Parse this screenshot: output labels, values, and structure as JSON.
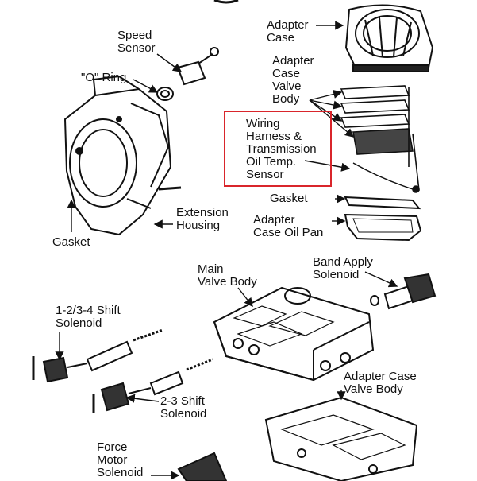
{
  "labels": {
    "adapter_case": "Adapter\nCase",
    "speed_sensor": "Speed\nSensor",
    "o_ring": "\"O\" Ring",
    "adapter_case_valve_body_top": "Adapter\nCase\nValve\nBody",
    "wiring_harness": "Wiring\nHarness &\nTransmission\nOil Temp.\nSensor",
    "gasket_right": "Gasket",
    "adapter_case_oil_pan": "Adapter\nCase Oil Pan",
    "extension_housing": "Extension\nHousing",
    "gasket_left": "Gasket",
    "main_valve_body": "Main\nValve Body",
    "band_apply_solenoid": "Band Apply\nSolenoid",
    "shift_solenoid_1234": "1-2/3-4 Shift\nSolenoid",
    "shift_solenoid_23": "2-3 Shift\nSolenoid",
    "adapter_case_valve_body_bottom": "Adapter Case\nValve Body",
    "force_motor_solenoid": "Force\nMotor\nSolenoid"
  },
  "colors": {
    "highlight": "#d9252b",
    "ink": "#111111"
  }
}
